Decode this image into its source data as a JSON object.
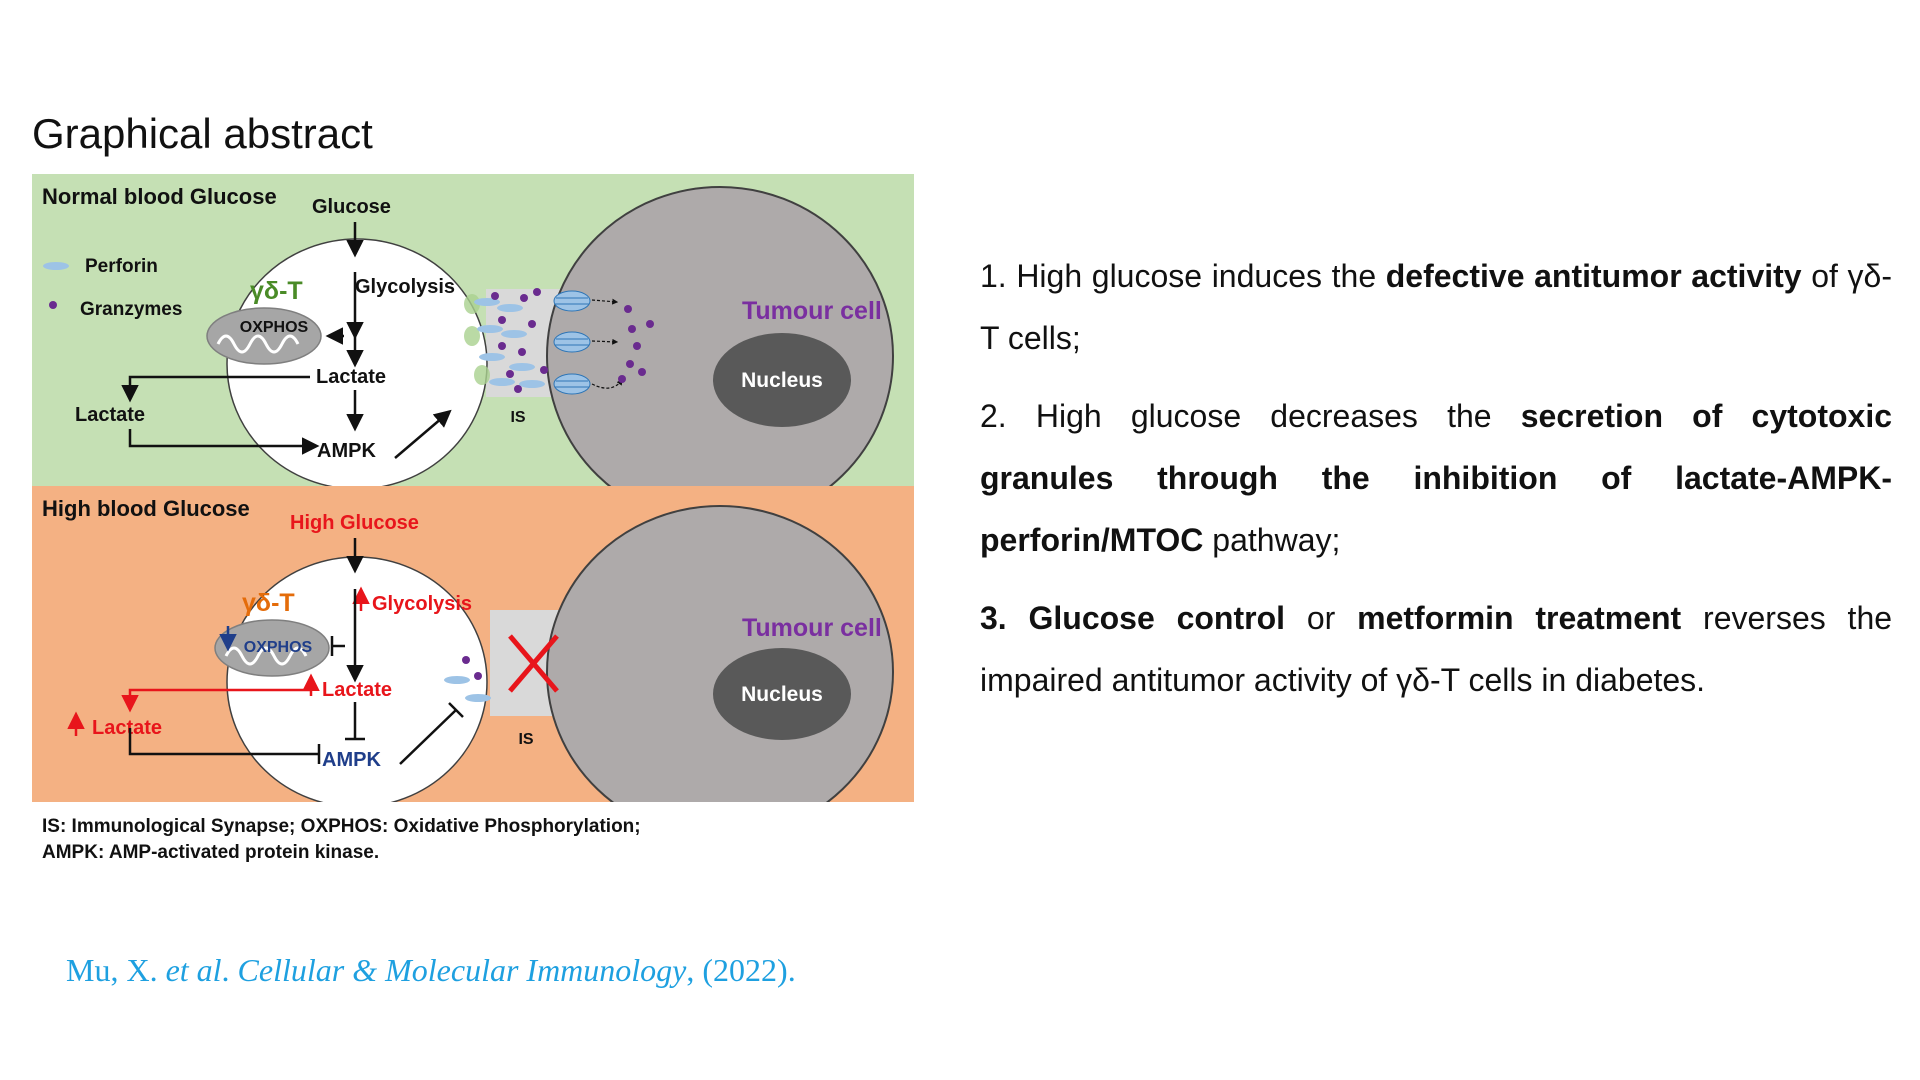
{
  "title": "Graphical abstract",
  "normal_panel": {
    "label": "Normal blood Glucose",
    "glucose": "Glucose",
    "glycolysis": "Glycolysis",
    "cell": "γδ-T",
    "oxphos": "OXPHOS",
    "lactate_inner": "Lactate",
    "lactate_outer": "Lactate",
    "ampk": "AMPK",
    "is": "IS",
    "tumour": "Tumour cell",
    "nucleus": "Nucleus",
    "legend_perforin": "Perforin",
    "legend_granzymes": "Granzymes"
  },
  "high_panel": {
    "label": "High blood Glucose",
    "glucose": "High Glucose",
    "glycolysis": "Glycolysis",
    "cell": "γδ-T",
    "oxphos": "OXPHOS",
    "lactate_inner": "Lactate",
    "lactate_outer": "Lactate",
    "ampk": "AMPK",
    "is": "IS",
    "tumour": "Tumour cell",
    "nucleus": "Nucleus"
  },
  "abbreviations": [
    "IS: Immunological Synapse; OXPHOS: Oxidative Phosphorylation;",
    "AMPK: AMP-activated protein kinase."
  ],
  "citation": {
    "authors": "Mu, X. ",
    "etal": "et al",
    "dot": ". ",
    "journal": "Cellular & Molecular Immunology",
    "year": ", (2022)."
  },
  "points": [
    {
      "a": "1. High glucose induces the ",
      "b": "defective antitumor activity",
      "c": " of γδ-T cells;"
    },
    {
      "a": "2. High glucose decreases the ",
      "b": "secretion of cytotoxic granules through the inhibition of lactate-AMPK-perforin/MTOC",
      "c": " pathway;"
    },
    {
      "b": "3. Glucose control",
      "a": " or ",
      "d": "metformin treatment",
      "c": " reverses the impaired  antitumor activity of γδ-T cells in diabetes."
    }
  ],
  "colors": {
    "normal_bg": "#c5e0b4",
    "high_bg": "#f4b183",
    "tumour_fill": "#aeaaaa",
    "nucleus_fill": "#595959",
    "perforin": "#9dc3e6",
    "granzyme": "#6a2b8f",
    "red": "#e8151b",
    "citation": "#1ea0e0"
  }
}
